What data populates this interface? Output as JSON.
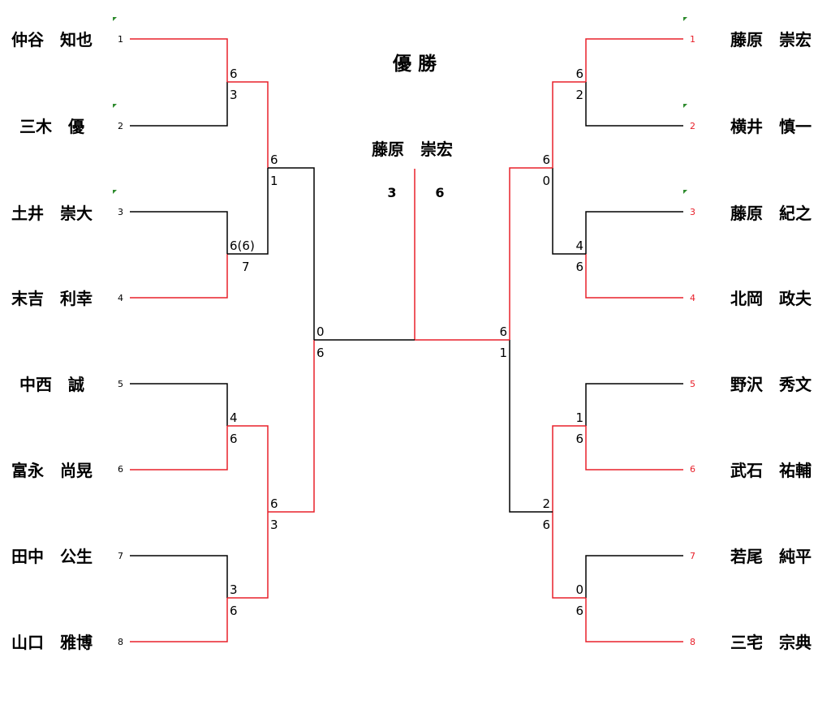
{
  "title": "優 勝",
  "champion": "藤原　崇宏",
  "final_scores": [
    "3",
    "6"
  ],
  "colors": {
    "win": "#e8202a",
    "lose": "#000000",
    "marker": "#2e8b2e"
  },
  "left": {
    "players": [
      {
        "seed": "1",
        "name": "仲谷　知也",
        "marker": true
      },
      {
        "seed": "2",
        "name": "三木　優",
        "marker": true
      },
      {
        "seed": "3",
        "name": "土井　崇大",
        "marker": true
      },
      {
        "seed": "4",
        "name": "末吉　利幸",
        "marker": false
      },
      {
        "seed": "5",
        "name": "中西　誠",
        "marker": false
      },
      {
        "seed": "6",
        "name": "富永　尚晃",
        "marker": false
      },
      {
        "seed": "7",
        "name": "田中　公生",
        "marker": false
      },
      {
        "seed": "8",
        "name": "山口　雅博",
        "marker": false
      }
    ],
    "r1": [
      [
        "6",
        "3"
      ],
      [
        "6(6)",
        "7"
      ],
      [
        "4",
        "6"
      ],
      [
        "3",
        "6"
      ]
    ],
    "r2": [
      [
        "6",
        "1"
      ],
      [
        "6",
        "3"
      ]
    ],
    "semi": [
      "0",
      "6"
    ]
  },
  "right": {
    "players": [
      {
        "seed": "1",
        "name": "藤原　崇宏",
        "marker": true
      },
      {
        "seed": "2",
        "name": "横井　慎一",
        "marker": true
      },
      {
        "seed": "3",
        "name": "藤原　紀之",
        "marker": true
      },
      {
        "seed": "4",
        "name": "北岡　政夫",
        "marker": false
      },
      {
        "seed": "5",
        "name": "野沢　秀文",
        "marker": false
      },
      {
        "seed": "6",
        "name": "武石　祐輔",
        "marker": false
      },
      {
        "seed": "7",
        "name": "若尾　純平",
        "marker": false
      },
      {
        "seed": "8",
        "name": "三宅　宗典",
        "marker": false
      }
    ],
    "r1": [
      [
        "6",
        "2"
      ],
      [
        "4",
        "6"
      ],
      [
        "1",
        "6"
      ],
      [
        "0",
        "6"
      ]
    ],
    "r2": [
      [
        "6",
        "0"
      ],
      [
        "2",
        "6"
      ]
    ],
    "semi": [
      "6",
      "1"
    ]
  }
}
